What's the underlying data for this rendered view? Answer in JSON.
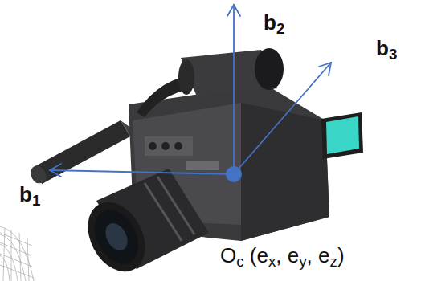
{
  "diagram": {
    "labels": [
      "b2",
      "b3",
      "b1",
      "Oc (ex, ey, ez)"
    ]
  }
}
